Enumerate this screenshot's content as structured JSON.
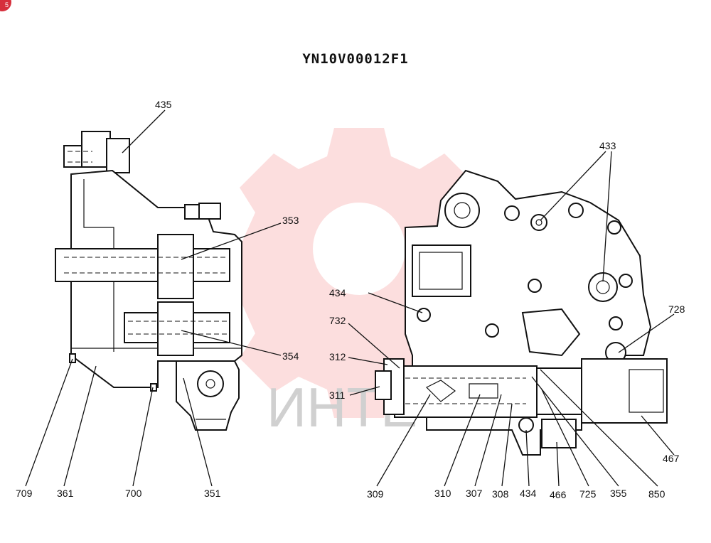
{
  "title": "YN10V00012F1",
  "corner_badge": "5",
  "watermark": {
    "color": "#f26b6b",
    "text_color": "#cfcfcf"
  },
  "left_view_labels": [
    "435",
    "353",
    "354",
    "709",
    "361",
    "700",
    "351"
  ],
  "right_view_labels": [
    "433",
    "434",
    "732",
    "312",
    "311",
    "728",
    "467",
    "309",
    "310",
    "307",
    "308",
    "434",
    "466",
    "725",
    "355",
    "850"
  ]
}
